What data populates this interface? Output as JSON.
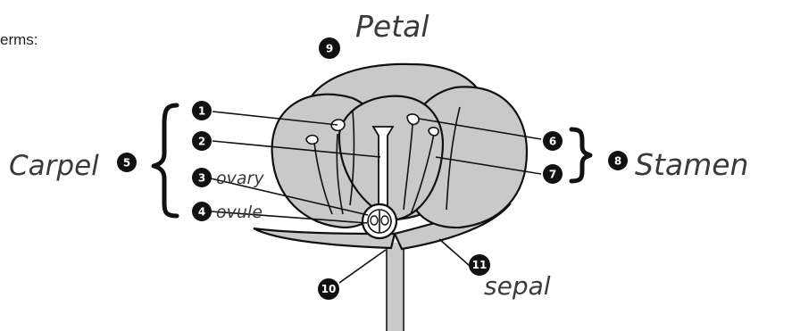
{
  "header": {
    "partial_text": "erms:"
  },
  "labels": {
    "petal": "Petal",
    "carpel": "Carpel",
    "stamen": "Stamen",
    "ovary": "ovary",
    "ovule": "ovule",
    "sepal": "sepal"
  },
  "markers": [
    {
      "id": "1",
      "text": "1"
    },
    {
      "id": "2",
      "text": "2"
    },
    {
      "id": "3",
      "text": "3"
    },
    {
      "id": "4",
      "text": "4"
    },
    {
      "id": "5",
      "text": "5"
    },
    {
      "id": "6",
      "text": "6"
    },
    {
      "id": "7",
      "text": "7"
    },
    {
      "id": "8",
      "text": "8"
    },
    {
      "id": "9",
      "text": "9"
    },
    {
      "id": "10",
      "text": "10"
    },
    {
      "id": "11",
      "text": "11"
    }
  ],
  "colors": {
    "petal_fill": "#c9c9c9",
    "outline": "#111111",
    "handwriting": "#3a3a3a"
  }
}
